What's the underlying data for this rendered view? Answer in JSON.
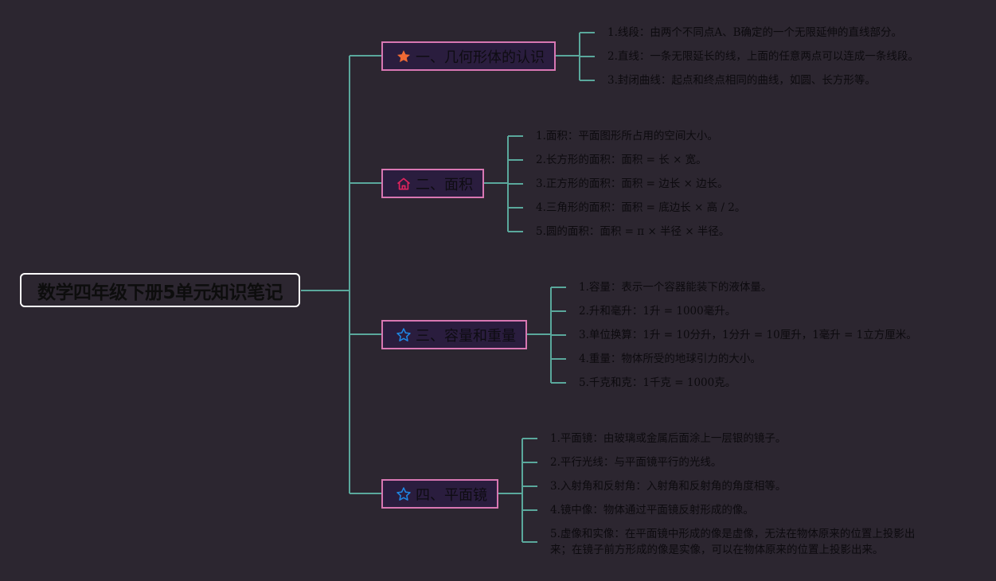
{
  "root": {
    "title": "数学四年级下册5单元知识笔记"
  },
  "colors": {
    "background": "#2c2630",
    "connector": "#5aa89c",
    "branch_border": "#d877b3",
    "root_border": "#ffffff"
  },
  "branches": [
    {
      "title": "一、几何形体的认识",
      "icon": "star-filled-icon",
      "icon_color": "#f06a34",
      "items": [
        "1.线段：由两个不同点A、B确定的一个无限延伸的直线部分。",
        "2.直线：一条无限延长的线，上面的任意两点可以连成一条线段。",
        "3.封闭曲线：起点和终点相同的曲线，如圆、长方形等。"
      ]
    },
    {
      "title": "二、面积",
      "icon": "home-icon",
      "icon_color": "#e0245e",
      "items": [
        "1.面积：平面图形所占用的空间大小。",
        "2.长方形的面积：面积 = 长 × 宽。",
        "3.正方形的面积：面积 = 边长 × 边长。",
        "4.三角形的面积：面积 = 底边长 × 高 / 2。",
        "5.圆的面积：面积 = π × 半径 × 半径。"
      ]
    },
    {
      "title": "三、容量和重量",
      "icon": "star-outline-icon",
      "icon_color": "#1e88e5",
      "items": [
        "1.容量：表示一个容器能装下的液体量。",
        "2.升和毫升：1升 = 1000毫升。",
        "3.单位换算：1升 = 10分升，1分升 = 10厘升，1毫升 = 1立方厘米。",
        "4.重量：物体所受的地球引力的大小。",
        "5.千克和克：1千克 = 1000克。"
      ]
    },
    {
      "title": "四、平面镜",
      "icon": "star-outline-icon",
      "icon_color": "#1e88e5",
      "items": [
        "1.平面镜：由玻璃或金属后面涂上一层银的镜子。",
        "2.平行光线：与平面镜平行的光线。",
        "3.入射角和反射角：入射角和反射角的角度相等。",
        "4.镜中像：物体通过平面镜反射形成的像。",
        "5.虚像和实像：在平面镜中形成的像是虚像，无法在物体原来的位置上投影出来；在镜子前方形成的像是实像，可以在物体原来的位置上投影出来。"
      ]
    }
  ]
}
